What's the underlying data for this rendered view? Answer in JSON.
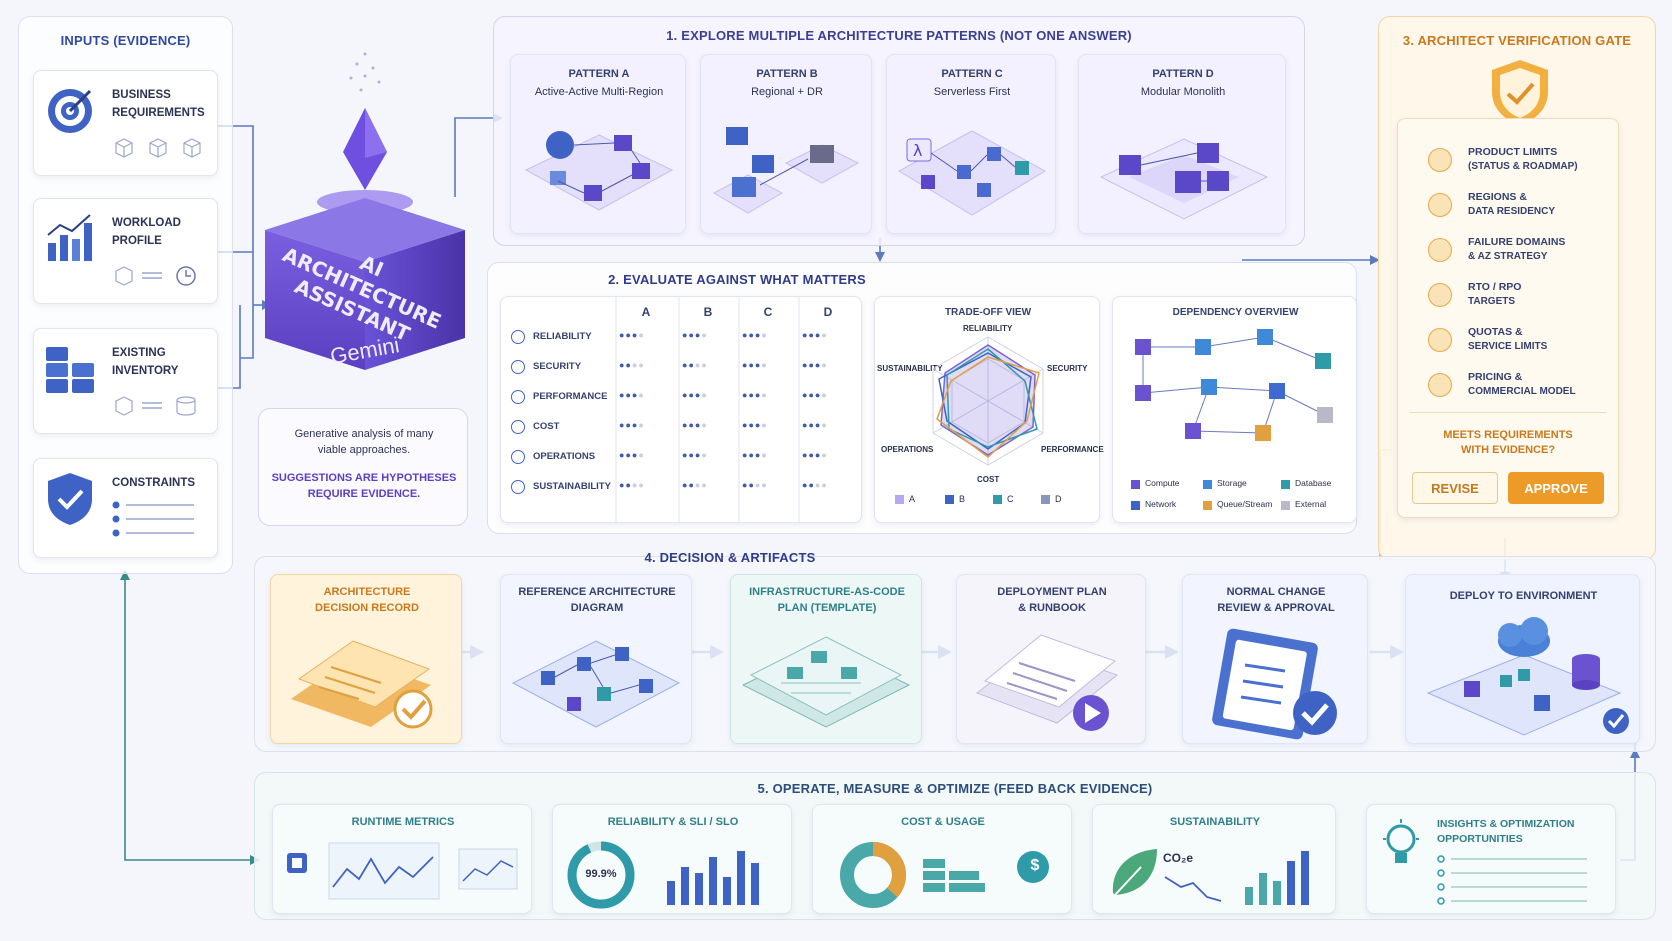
{
  "inputs": {
    "title": "INPUTS (EVIDENCE)",
    "items": [
      {
        "label1": "BUSINESS",
        "label2": "REQUIREMENTS"
      },
      {
        "label1": "WORKLOAD",
        "label2": "PROFILE"
      },
      {
        "label1": "EXISTING",
        "label2": "INVENTORY"
      },
      {
        "label1": "CONSTRAINTS",
        "label2": ""
      }
    ]
  },
  "assistant": {
    "line1": "AI ARCHITECTURE",
    "line2": "ASSISTANT",
    "brand": "Gemini",
    "note1": "Generative analysis of many",
    "note2": "viable approaches.",
    "note3": "SUGGESTIONS ARE HYPOTHESES",
    "note4": "REQUIRE EVIDENCE."
  },
  "explore": {
    "title": "1. EXPLORE MULTIPLE ARCHITECTURE PATTERNS (NOT ONE ANSWER)",
    "patterns": [
      {
        "name": "PATTERN A",
        "desc": "Active-Active Multi-Region"
      },
      {
        "name": "PATTERN B",
        "desc": "Regional + DR"
      },
      {
        "name": "PATTERN C",
        "desc": "Serverless First"
      },
      {
        "name": "PATTERN D",
        "desc": "Modular Monolith"
      }
    ]
  },
  "evaluate": {
    "title": "2. EVALUATE AGAINST WHAT MATTERS",
    "columns": [
      "A",
      "B",
      "C",
      "D"
    ],
    "criteria": [
      "RELIABILITY",
      "SECURITY",
      "PERFORMANCE",
      "COST",
      "OPERATIONS",
      "SUSTAINABILITY"
    ],
    "scores": [
      [
        3,
        3,
        3,
        3
      ],
      [
        2,
        2,
        3,
        3
      ],
      [
        3,
        3,
        3,
        3
      ],
      [
        3,
        3,
        3,
        3
      ],
      [
        3,
        3,
        3,
        3
      ],
      [
        2,
        2,
        2,
        2
      ]
    ],
    "tradeoff": {
      "title": "TRADE-OFF VIEW",
      "axes": [
        "RELIABILITY",
        "SECURITY",
        "PERFORMANCE",
        "COST",
        "OPERATIONS",
        "SUSTAINABILITY"
      ],
      "legend": [
        "A",
        "B",
        "C",
        "D"
      ]
    },
    "dependency": {
      "title": "DEPENDENCY OVERVIEW",
      "legend": [
        "Compute",
        "Storage",
        "Database",
        "Network",
        "Queue/Stream",
        "External"
      ]
    }
  },
  "gate": {
    "title": "3. ARCHITECT VERIFICATION GATE",
    "items": [
      {
        "l1": "PRODUCT LIMITS",
        "l2": "(STATUS & ROADMAP)"
      },
      {
        "l1": "REGIONS &",
        "l2": "DATA RESIDENCY"
      },
      {
        "l1": "FAILURE DOMAINS",
        "l2": "& AZ STRATEGY"
      },
      {
        "l1": "RTO / RPO",
        "l2": "TARGETS"
      },
      {
        "l1": "QUOTAS &",
        "l2": "SERVICE LIMITS"
      },
      {
        "l1": "PRICING &",
        "l2": "COMMERCIAL MODEL"
      }
    ],
    "question1": "MEETS REQUIREMENTS",
    "question2": "WITH EVIDENCE?",
    "revise": "REVISE",
    "approve": "APPROVE"
  },
  "decision": {
    "title": "4. DECISION & ARTIFACTS",
    "items": [
      {
        "l1": "ARCHITECTURE",
        "l2": "DECISION RECORD"
      },
      {
        "l1": "REFERENCE ARCHITECTURE",
        "l2": "DIAGRAM"
      },
      {
        "l1": "INFRASTRUCTURE-AS-CODE",
        "l2": "PLAN (TEMPLATE)"
      },
      {
        "l1": "DEPLOYMENT PLAN",
        "l2": "& RUNBOOK"
      },
      {
        "l1": "NORMAL CHANGE",
        "l2": "REVIEW & APPROVAL"
      },
      {
        "l1": "DEPLOY TO ENVIRONMENT",
        "l2": ""
      }
    ]
  },
  "operate": {
    "title": "5. OPERATE, MEASURE & OPTIMIZE (FEED BACK EVIDENCE)",
    "items": [
      {
        "l1": "RUNTIME METRICS",
        "l2": ""
      },
      {
        "l1": "RELIABILITY & SLI / SLO",
        "l2": ""
      },
      {
        "l1": "COST & USAGE",
        "l2": ""
      },
      {
        "l1": "SUSTAINABILITY",
        "l2": ""
      },
      {
        "l1": "INSIGHTS & OPTIMIZATION",
        "l2": "OPPORTUNITIES"
      }
    ],
    "slo_value": "99.9%",
    "co2": "CO₂e",
    "dollar": "$"
  },
  "colors": {
    "purple": "#6a4fd0",
    "blue": "#3f63c4",
    "teal": "#4aa8a8",
    "orange": "#e49a2b"
  }
}
